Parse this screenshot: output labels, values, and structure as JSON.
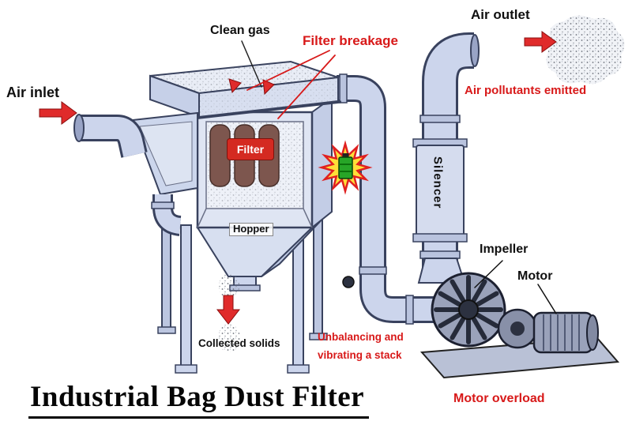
{
  "title": {
    "text": "Industrial Bag Dust Filter"
  },
  "labels": {
    "air_inlet": "Air inlet",
    "clean_gas": "Clean gas",
    "filter_breakage": "Filter breakage",
    "air_outlet": "Air outlet",
    "air_pollutants_emitted": "Air pollutants emitted",
    "filter": "Filter",
    "silencer": "Silencer",
    "hopper": "Hopper",
    "impeller": "Impeller",
    "motor": "Motor",
    "collected_solids": "Collected solids",
    "unbalancing_line1": "Unbalancing and",
    "unbalancing_line2": "vibrating a stack",
    "motor_overload": "Motor overload"
  },
  "colors": {
    "alert_red": "#d81919",
    "filter_box_red": "#d42a21",
    "pipe_fill": "#ccd5ec",
    "pipe_outline": "#39425e",
    "starburst_yellow": "#ffdf38",
    "battery_green": "#27a527"
  }
}
